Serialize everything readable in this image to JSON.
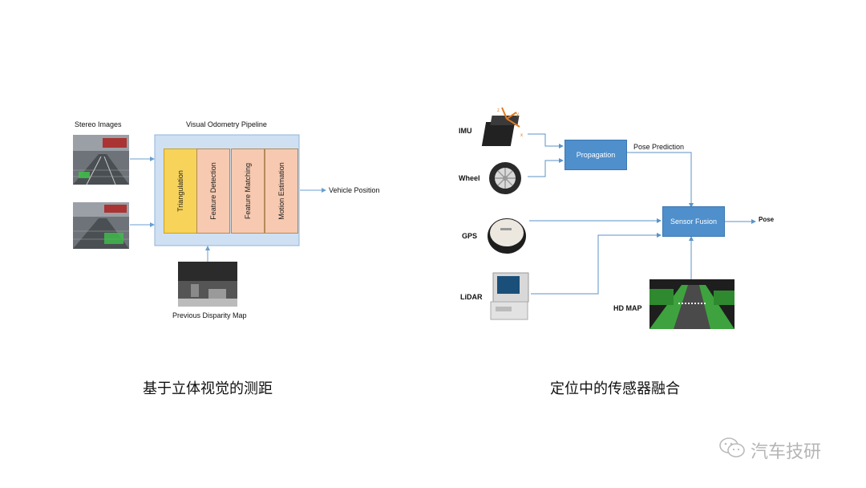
{
  "left_diagram": {
    "stereo_label": "Stereo Images",
    "pipeline_title": "Visual Odometry Pipeline",
    "stages": [
      "Triangulation",
      "Feature Detection",
      "Feature Matching",
      "Motion Estimation"
    ],
    "output_label": "Vehicle Position",
    "disparity_label": "Previous Disparity Map",
    "colors": {
      "pipeline_bg": "#cfe0f3",
      "triangulation": "#f7d35a",
      "stage": "#f6c9b0"
    }
  },
  "right_diagram": {
    "sensors": [
      "IMU",
      "Wheel",
      "GPS",
      "LiDAR"
    ],
    "propagation": "Propagation",
    "pose_prediction": "Pose Prediction",
    "sensor_fusion": "Sensor Fusion",
    "pose": "Pose",
    "hd_map": "HD MAP",
    "imu_axis_labels": [
      "z",
      "y",
      "x"
    ],
    "colors": {
      "box": "#4f8fcb",
      "arrow": "#5b93c7"
    }
  },
  "captions": {
    "left": "基于立体视觉的测距",
    "right": "定位中的传感器融合"
  },
  "watermark": {
    "text": "汽车技研"
  }
}
